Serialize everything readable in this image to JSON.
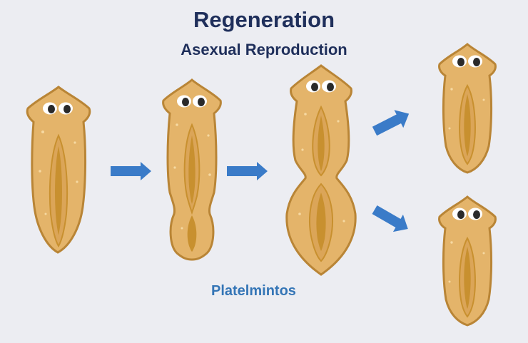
{
  "title": "Regeneration",
  "subtitle": "Asexual Reproduction",
  "caption": "Platelmintos",
  "colors": {
    "background": "#ecedf2",
    "title": "#1f2f5b",
    "caption": "#3475b6",
    "arrow": "#3a7bc8",
    "body_fill": "#e4b46a",
    "body_outline": "#b98536",
    "gut": "#c8902f",
    "eye_white": "#ffffff",
    "pupil": "#2a2a2a"
  },
  "icons": {
    "worm": "planarian-icon",
    "arrow": "right-arrow-icon"
  }
}
